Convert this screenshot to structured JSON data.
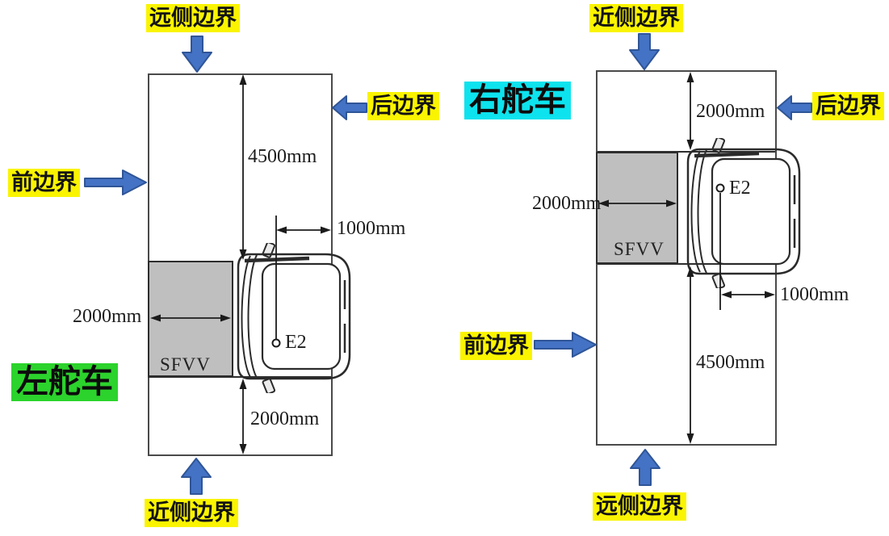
{
  "figure": {
    "left": {
      "title": "左舵车",
      "boundaries": {
        "top": "远侧边界",
        "right": "后边界",
        "left": "前边界",
        "bottom": "近侧边界"
      },
      "dims": {
        "main_length": "4500mm",
        "offset": "1000mm",
        "sfvv_width": "2000mm",
        "near_length": "2000mm"
      },
      "zone": "SFVV",
      "eyepoint": "E2"
    },
    "right": {
      "title": "右舵车",
      "boundaries": {
        "top": "近侧边界",
        "right": "后边界",
        "left": "前边界",
        "bottom": "远侧边界"
      },
      "dims": {
        "near_length": "2000mm",
        "sfvv_width": "2000mm",
        "offset": "1000mm",
        "main_length": "4500mm"
      },
      "zone": "SFVV",
      "eyepoint": "E2"
    }
  },
  "colors": {
    "highlight_yellow": "#faf400",
    "highlight_green": "#2cd32c",
    "highlight_cyan": "#0de3ee",
    "arrow_fill": "#4472c4",
    "arrow_stroke": "#2f5597",
    "sfvv_fill": "#bfbfbf",
    "rect_border": "#4a4a4a",
    "line_color": "#1b1b1b"
  }
}
